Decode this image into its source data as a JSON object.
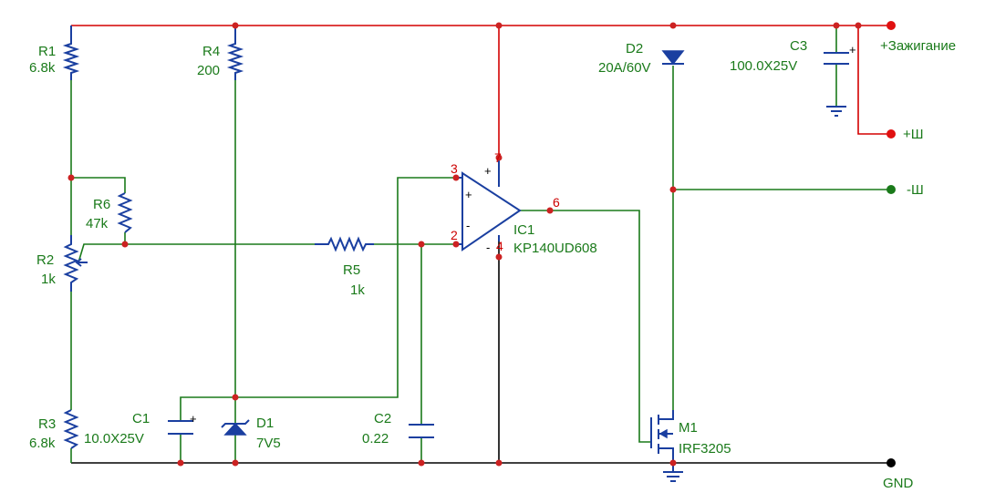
{
  "components": {
    "R1": {
      "ref": "R1",
      "value": "6.8k"
    },
    "R2": {
      "ref": "R2",
      "value": "1k"
    },
    "R3": {
      "ref": "R3",
      "value": "6.8k"
    },
    "R4": {
      "ref": "R4",
      "value": "200"
    },
    "R5": {
      "ref": "R5",
      "value": "1k"
    },
    "R6": {
      "ref": "R6",
      "value": "47k"
    },
    "C1": {
      "ref": "C1",
      "value": "10.0X25V"
    },
    "C2": {
      "ref": "C2",
      "value": "0.22"
    },
    "C3": {
      "ref": "C3",
      "value": "100.0X25V"
    },
    "D1": {
      "ref": "D1",
      "value": "7V5"
    },
    "D2": {
      "ref": "D2",
      "value": "20A/60V"
    },
    "IC1": {
      "ref": "IC1",
      "value": "KP140UD608"
    },
    "M1": {
      "ref": "M1",
      "value": "IRF3205"
    }
  },
  "pins": {
    "p2": "2",
    "p3": "3",
    "p4": "4",
    "p6": "6",
    "p7": "7"
  },
  "signs": {
    "plus": "+",
    "minus": "-"
  },
  "terminals": {
    "ignition": "+Зажигание",
    "field_plus": "+Ш",
    "field_minus": "-Ш",
    "gnd": "GND"
  },
  "colors": {
    "wire_green": "#1a7a1a",
    "wire_red": "#d40000",
    "component_blue": "#1a3fa0",
    "junction": "#cc2222",
    "ground_rail": "#000000"
  }
}
